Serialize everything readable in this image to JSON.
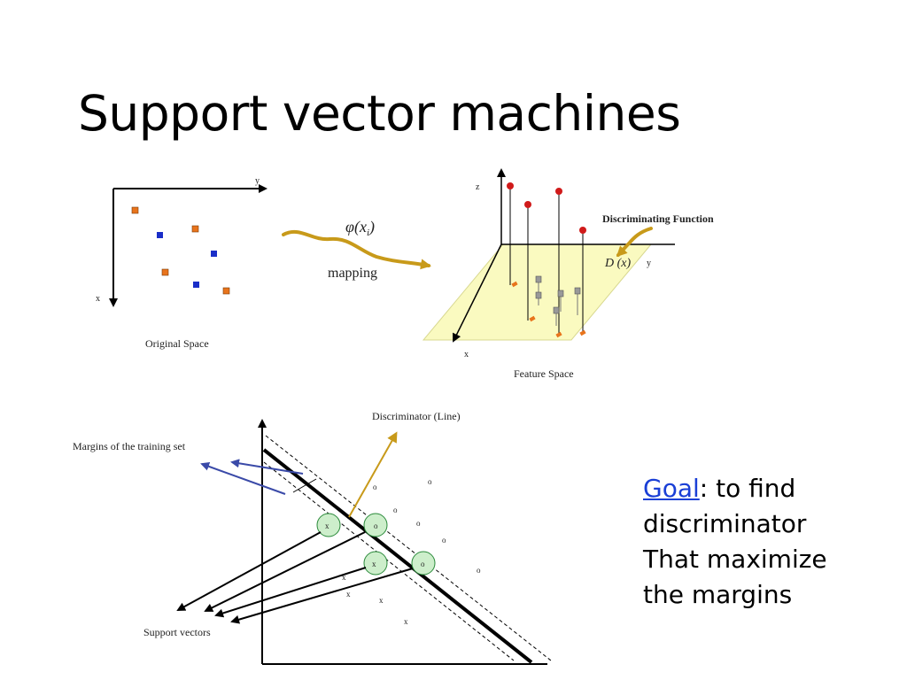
{
  "slide": {
    "title": "Support vector machines"
  },
  "top_left": {
    "axis_x": "x",
    "axis_y": "y",
    "caption": "Original Space"
  },
  "mapping": {
    "phi": "φ(x",
    "phi_sub": "i",
    "phi_close": ")",
    "label": "mapping"
  },
  "top_right": {
    "axis_x": "x",
    "axis_y": "y",
    "axis_z": "z",
    "function_label": "Discriminating Function",
    "function_symbol": "D (x)",
    "caption": "Feature Space"
  },
  "bottom": {
    "discriminator_label": "Discriminator (Line)",
    "margins_label": "Margins of the training set",
    "support_vectors_label": "Support vectors",
    "o_mark": "o",
    "x_mark": "x"
  },
  "goal": {
    "keyword": "Goal",
    "colon": ":",
    "line1_rest": " to find",
    "line2": "discriminator",
    "line3": "That maximize",
    "line4": "the margins"
  },
  "colors": {
    "orange_point": "#e8741c",
    "blue_point": "#1a2ec8",
    "red_point": "#d01a1a",
    "mapping_arrow": "#c89a1a",
    "plane_fill": "#fafac0",
    "support_circle": "#cdeecb",
    "margin_arrow": "#3a4aa8",
    "link": "#1a3fd6"
  }
}
